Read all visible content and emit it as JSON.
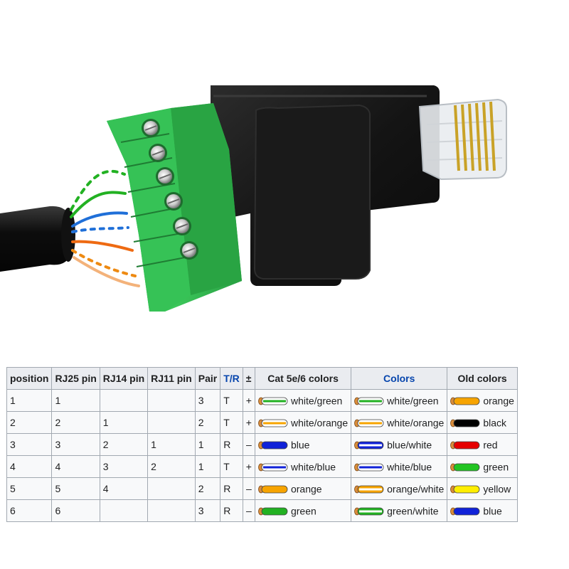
{
  "colors": {
    "terminal_green": "#2fb84f",
    "plug_black": "#151515",
    "table_header_bg": "#eaecf0",
    "table_border": "#a2a9b1",
    "link_blue": "#0645ad"
  },
  "table": {
    "headers": [
      "position",
      "RJ25 pin",
      "RJ14 pin",
      "RJ11 pin",
      "Pair",
      "T/R",
      "±",
      "Cat 5e/6 colors",
      "Colors",
      "Old colors"
    ],
    "rows": [
      {
        "position": "1",
        "rj25": "1",
        "rj14": "",
        "rj11": "",
        "pair": "3",
        "tr": "T",
        "pm": "+",
        "cat5": "white/green",
        "cat5_main": "#ffffff",
        "cat5_stripe": "#22b122",
        "colors": "white/green",
        "colors_main": "#ffffff",
        "colors_stripe": "#22b122",
        "old": "orange",
        "old_color": "#f7a400"
      },
      {
        "position": "2",
        "rj25": "2",
        "rj14": "1",
        "rj11": "",
        "pair": "2",
        "tr": "T",
        "pm": "+",
        "cat5": "white/orange",
        "cat5_main": "#ffffff",
        "cat5_stripe": "#f7a400",
        "colors": "white/orange",
        "colors_main": "#ffffff",
        "colors_stripe": "#f7a400",
        "old": "black",
        "old_color": "#000000"
      },
      {
        "position": "3",
        "rj25": "3",
        "rj14": "2",
        "rj11": "1",
        "pair": "1",
        "tr": "R",
        "pm": "–",
        "cat5": "blue",
        "cat5_main": "#1022d8",
        "cat5_stripe": "#1022d8",
        "colors": "blue/white",
        "colors_main": "#1022d8",
        "colors_stripe": "#ffffff",
        "old": "red",
        "old_color": "#e50000"
      },
      {
        "position": "4",
        "rj25": "4",
        "rj14": "3",
        "rj11": "2",
        "pair": "1",
        "tr": "T",
        "pm": "+",
        "cat5": "white/blue",
        "cat5_main": "#ffffff",
        "cat5_stripe": "#1022d8",
        "colors": "white/blue",
        "colors_main": "#ffffff",
        "colors_stripe": "#1022d8",
        "old": "green",
        "old_color": "#22c422"
      },
      {
        "position": "5",
        "rj25": "5",
        "rj14": "4",
        "rj11": "",
        "pair": "2",
        "tr": "R",
        "pm": "–",
        "cat5": "orange",
        "cat5_main": "#f7a400",
        "cat5_stripe": "#f7a400",
        "colors": "orange/white",
        "colors_main": "#f7a400",
        "colors_stripe": "#ffffff",
        "old": "yellow",
        "old_color": "#ffee00"
      },
      {
        "position": "6",
        "rj25": "6",
        "rj14": "",
        "rj11": "",
        "pair": "3",
        "tr": "R",
        "pm": "–",
        "cat5": "green",
        "cat5_main": "#22b122",
        "cat5_stripe": "#22b122",
        "colors": "green/white",
        "colors_main": "#22b122",
        "colors_stripe": "#ffffff",
        "old": "blue",
        "old_color": "#1022d8"
      }
    ]
  }
}
